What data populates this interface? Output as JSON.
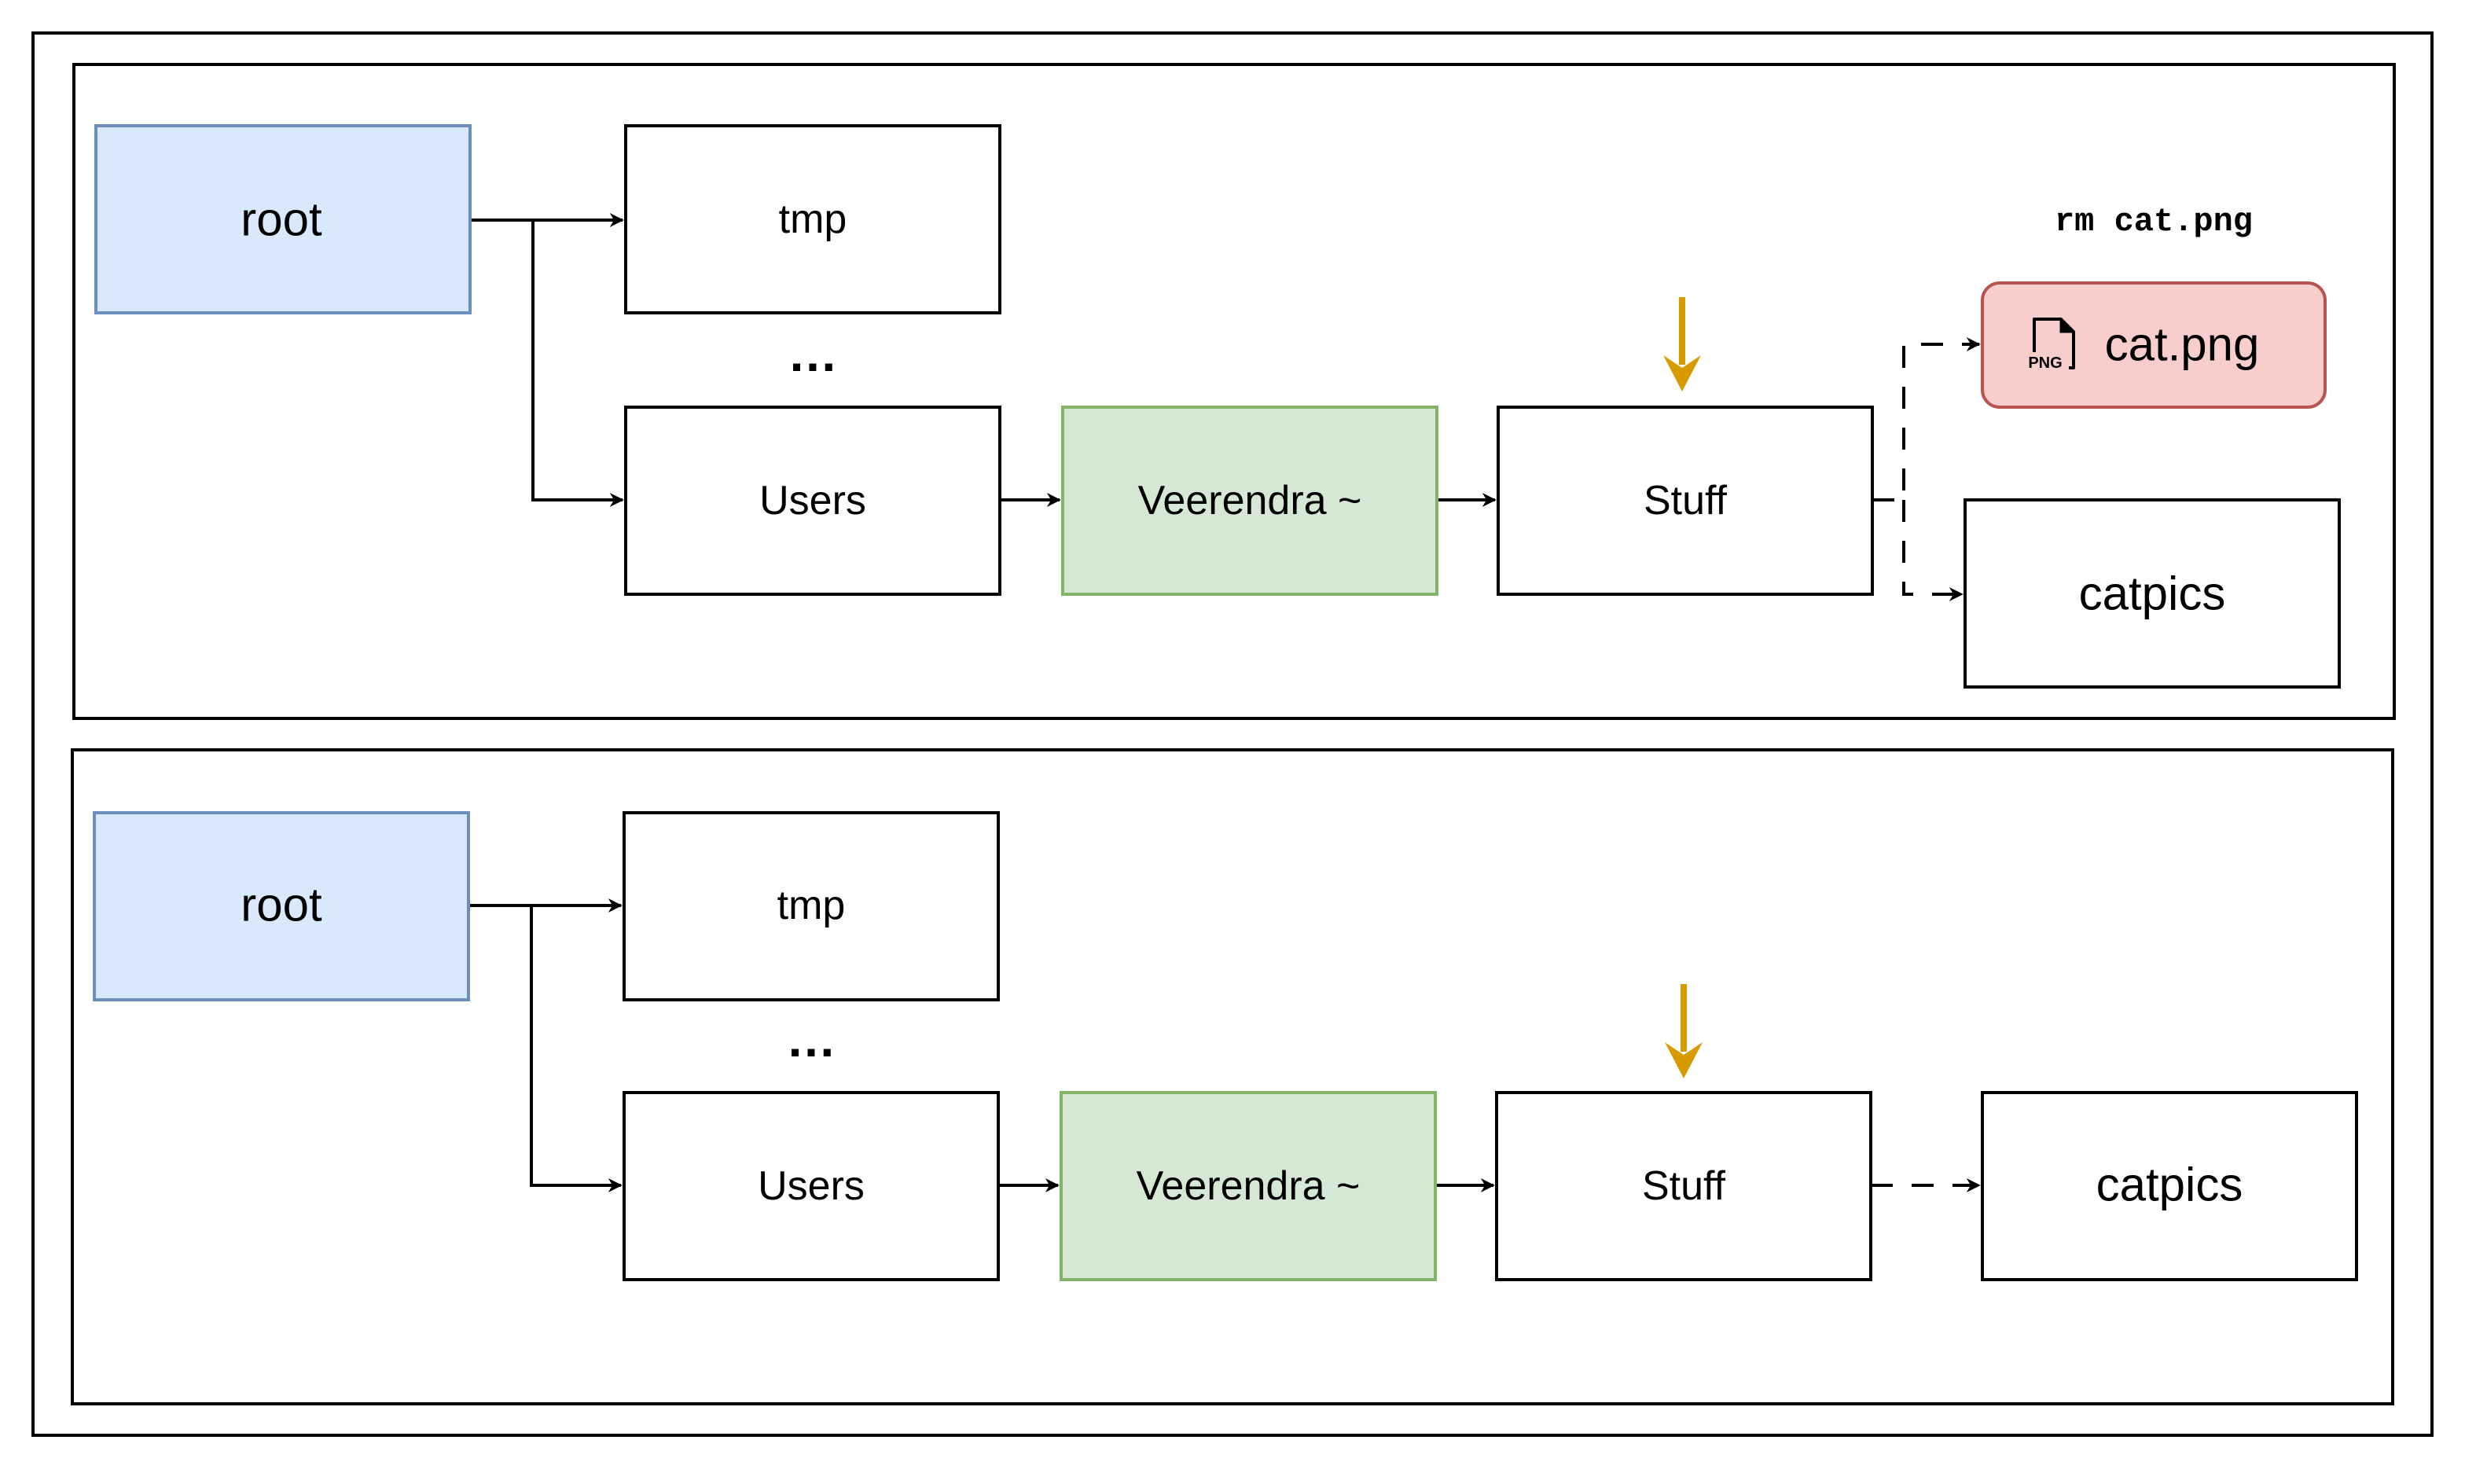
{
  "panels": [
    {
      "root": "root",
      "tmp": "tmp",
      "ellipsis": "…",
      "users": "Users",
      "home": "Veerendra ~",
      "stuff": "Stuff",
      "file": "cat.png",
      "file_icon_text": "PNG",
      "catpics": "catpics",
      "command": "rm cat.png"
    },
    {
      "root": "root",
      "tmp": "tmp",
      "ellipsis": "…",
      "users": "Users",
      "home": "Veerendra ~",
      "stuff": "Stuff",
      "catpics": "catpics"
    }
  ],
  "colors": {
    "root_fill": "#dae8fc",
    "root_stroke": "#6c8ebf",
    "home_fill": "#d5e8d4",
    "home_stroke": "#82b366",
    "file_fill": "#f8cecc",
    "file_stroke": "#b85450",
    "pointer": "#d79b00",
    "line": "#000000"
  },
  "icons": {
    "pointer": "down-arrow-icon",
    "file": "png-file-icon"
  }
}
